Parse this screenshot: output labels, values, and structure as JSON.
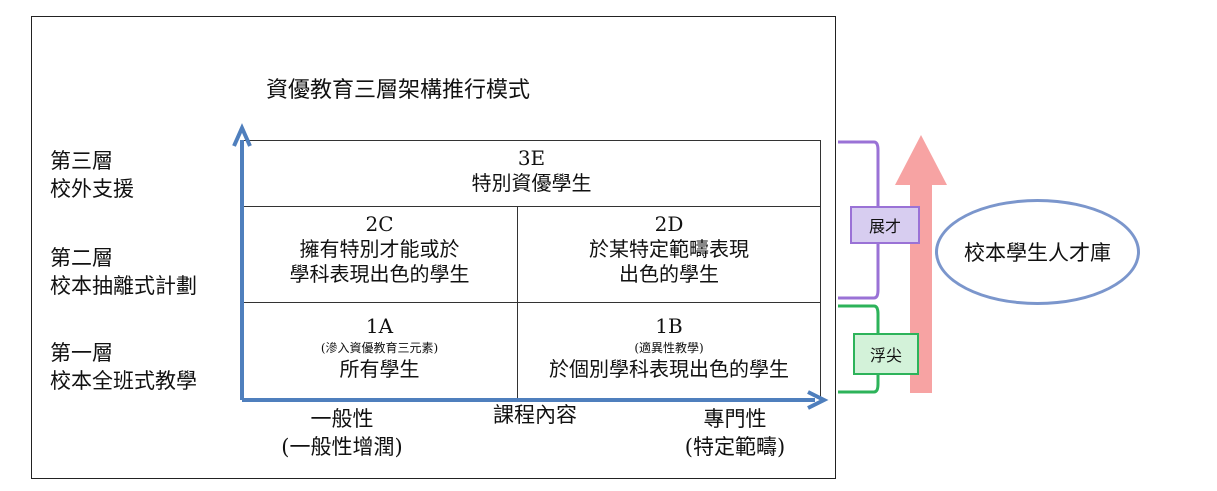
{
  "title": "資優教育三層架構推行模式",
  "layers": [
    {
      "name": "第三層",
      "desc": "校外支援"
    },
    {
      "name": "第二層",
      "desc": "校本抽離式計劃"
    },
    {
      "name": "第一層",
      "desc": "校本全班式教學"
    }
  ],
  "cells": {
    "c3e": {
      "code": "3E",
      "text": "特別資優學生"
    },
    "c2c": {
      "code": "2C",
      "line1": "擁有特別才能或於",
      "line2": "學科表現出色的學生"
    },
    "c2d": {
      "code": "2D",
      "line1": "於某特定範疇表現",
      "line2": "出色的學生"
    },
    "c1a": {
      "code": "1A",
      "note": "(滲入資優教育三元素)",
      "text": "所有學生"
    },
    "c1b": {
      "code": "1B",
      "note": "(適異性教學)",
      "text": "於個別學科表現出色的學生"
    }
  },
  "x_axis": {
    "left": {
      "line1": "一般性",
      "line2": "(一般性增潤)"
    },
    "center": "課程內容",
    "right": {
      "line1": "專門性",
      "line2": "(特定範疇)"
    }
  },
  "tags": {
    "zhancai": "展才",
    "fujian": "浮尖"
  },
  "pool_label": "校本學生人才庫",
  "colors": {
    "axis": "#4f7fbd",
    "purple": "#9a72d6",
    "purple_fill": "#d7cdf0",
    "green": "#2db35a",
    "green_fill": "#d3f2d9",
    "arrow": "#f7a3a3",
    "ellipse": "#7b96cc"
  }
}
